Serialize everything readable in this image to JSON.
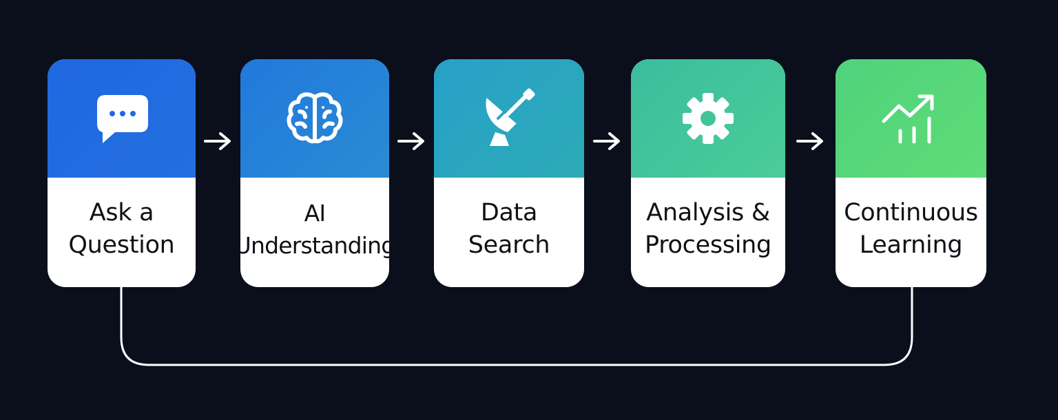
{
  "diagram": {
    "background": "#0b0f1c",
    "line_color": "#ffffff",
    "steps": [
      {
        "icon": "speech-bubble-icon",
        "color": "#1f68e0",
        "lines": [
          "Ask a",
          "Question"
        ]
      },
      {
        "icon": "brain-icon",
        "color": "#2a86d8",
        "lines": [
          "AI",
          "Understanding"
        ]
      },
      {
        "icon": "satellite-dish-icon",
        "color": "#29a6c0",
        "lines": [
          "Data",
          "Search"
        ]
      },
      {
        "icon": "gear-icon",
        "color": "#42c49b",
        "lines": [
          "Analysis &",
          "Processing"
        ]
      },
      {
        "icon": "growth-chart-icon",
        "color": "#57d87a",
        "lines": [
          "Continuous",
          "Learning"
        ]
      }
    ],
    "connectors": [
      "arrow-right-icon",
      "arrow-right-icon",
      "arrow-right-icon",
      "arrow-right-icon"
    ],
    "feedback_loop": {
      "from": "Continuous Learning",
      "to": "Ask a Question"
    }
  }
}
